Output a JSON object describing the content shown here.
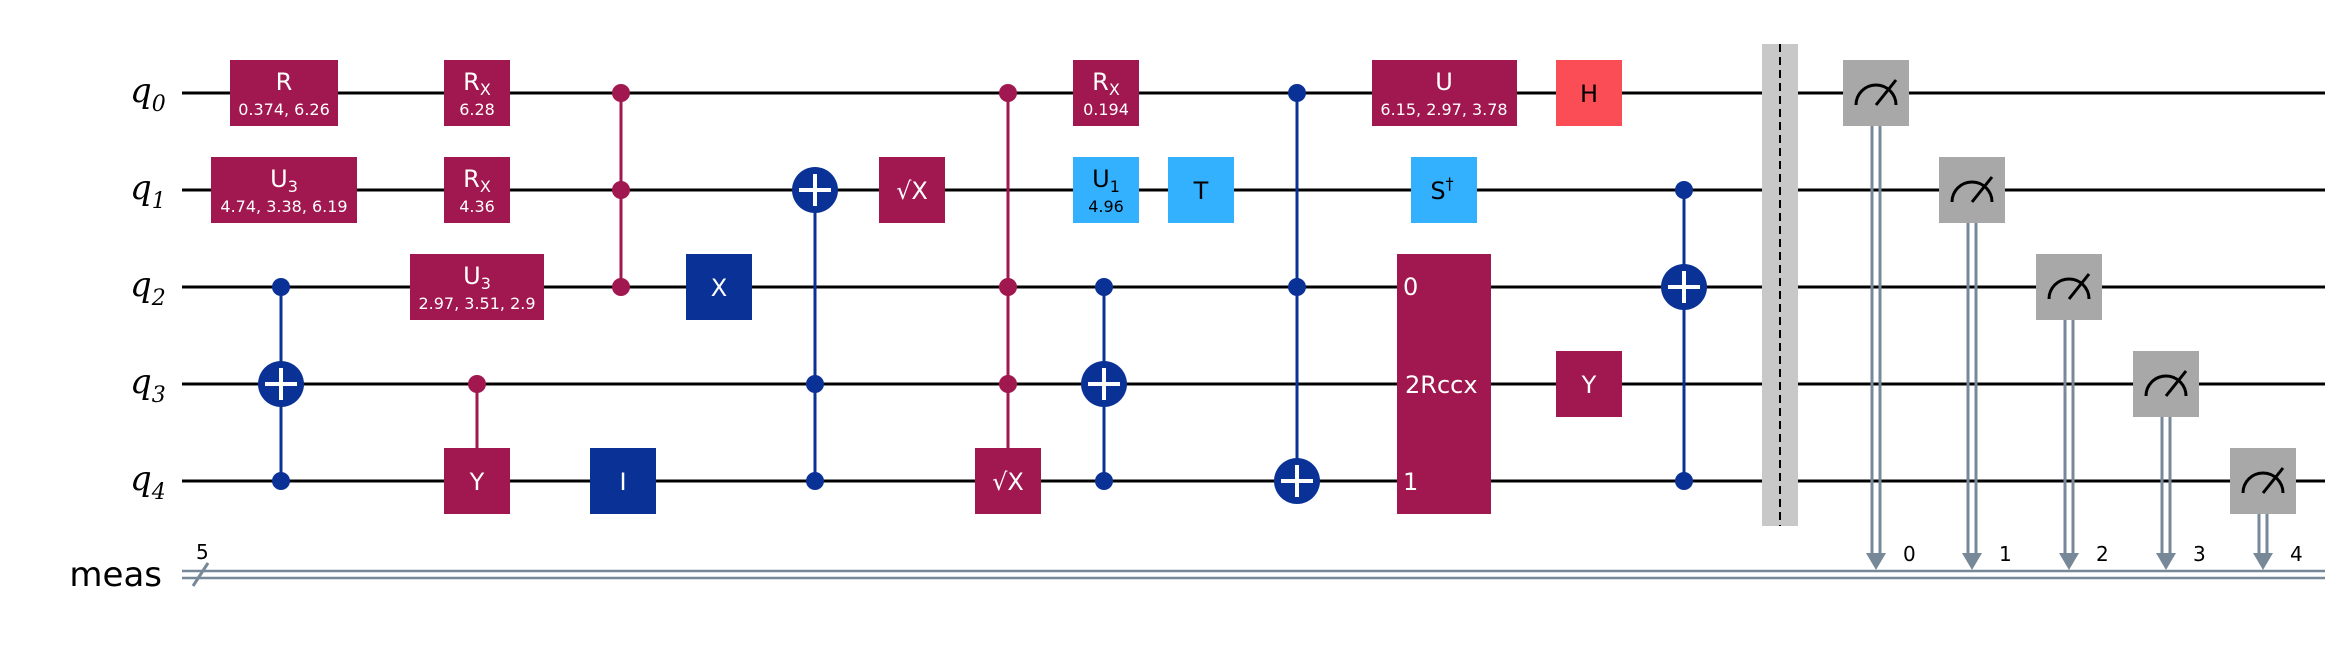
{
  "qubits": [
    {
      "base": "q",
      "sub": "0"
    },
    {
      "base": "q",
      "sub": "1"
    },
    {
      "base": "q",
      "sub": "2"
    },
    {
      "base": "q",
      "sub": "3"
    },
    {
      "base": "q",
      "sub": "4"
    }
  ],
  "creg": {
    "name": "meas",
    "size": "5",
    "bits": [
      "0",
      "1",
      "2",
      "3",
      "4"
    ]
  },
  "colors": {
    "magenta": "#A1174F",
    "navy": "#0A3296",
    "cyan": "#33B1FF",
    "red": "#FA4D56",
    "gray": "#A8A8A8",
    "barrier": "#C8C8C8",
    "creg": "#778899"
  },
  "gates": [
    {
      "id": "r-q0",
      "name": "R",
      "params": "0.374, 6.26",
      "color": "magenta"
    },
    {
      "id": "u3-q1",
      "name": "U",
      "sub": "3",
      "params": "4.74, 3.38, 6.19",
      "color": "magenta"
    },
    {
      "id": "rx-q0-a",
      "name": "R",
      "sub": "X",
      "params": "6.28",
      "color": "magenta"
    },
    {
      "id": "rx-q1",
      "name": "R",
      "sub": "X",
      "params": "4.36",
      "color": "magenta"
    },
    {
      "id": "u3-q2",
      "name": "U",
      "sub": "3",
      "params": "2.97, 3.51, 2.9",
      "color": "magenta"
    },
    {
      "id": "cy-target",
      "name": "Y",
      "color": "magenta"
    },
    {
      "id": "x-q2",
      "name": "X",
      "color": "navy"
    },
    {
      "id": "id-q4",
      "name": "I",
      "color": "navy"
    },
    {
      "id": "sx-q1",
      "name": "√X",
      "color": "magenta"
    },
    {
      "id": "csx-target",
      "name": "√X",
      "color": "magenta"
    },
    {
      "id": "rx-q0-b",
      "name": "R",
      "sub": "X",
      "params": "0.194",
      "color": "magenta"
    },
    {
      "id": "u1-q1",
      "name": "U",
      "sub": "1",
      "params": "4.96",
      "color": "cyan"
    },
    {
      "id": "t-q1",
      "name": "T",
      "color": "cyan"
    },
    {
      "id": "u-q0",
      "name": "U",
      "params": "6.15, 2.97, 3.78",
      "color": "magenta"
    },
    {
      "id": "sdg-q1",
      "name": "S",
      "sup": "†",
      "color": "cyan"
    },
    {
      "id": "rccx",
      "name": "2Rccx",
      "ports": [
        "0",
        "1"
      ],
      "color": "magenta"
    },
    {
      "id": "h-q0",
      "name": "H",
      "color": "red"
    },
    {
      "id": "y-q3",
      "name": "Y",
      "color": "magenta"
    }
  ]
}
